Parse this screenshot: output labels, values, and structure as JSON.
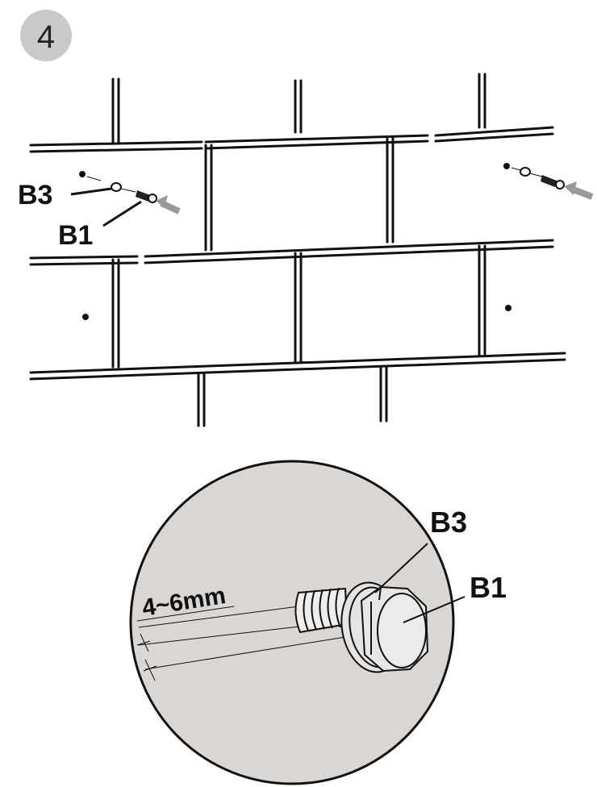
{
  "step": {
    "number": "4"
  },
  "wall_view": {
    "label_b3": "B3",
    "label_b1": "B1"
  },
  "detail_view": {
    "label_b3": "B3",
    "label_b1": "B1",
    "measurement": "4~6mm"
  },
  "colors": {
    "step_badge": "#c9c9c9",
    "arrow": "#999999",
    "detail_circle_fill": "#d9d6d4",
    "line": "#111111"
  }
}
